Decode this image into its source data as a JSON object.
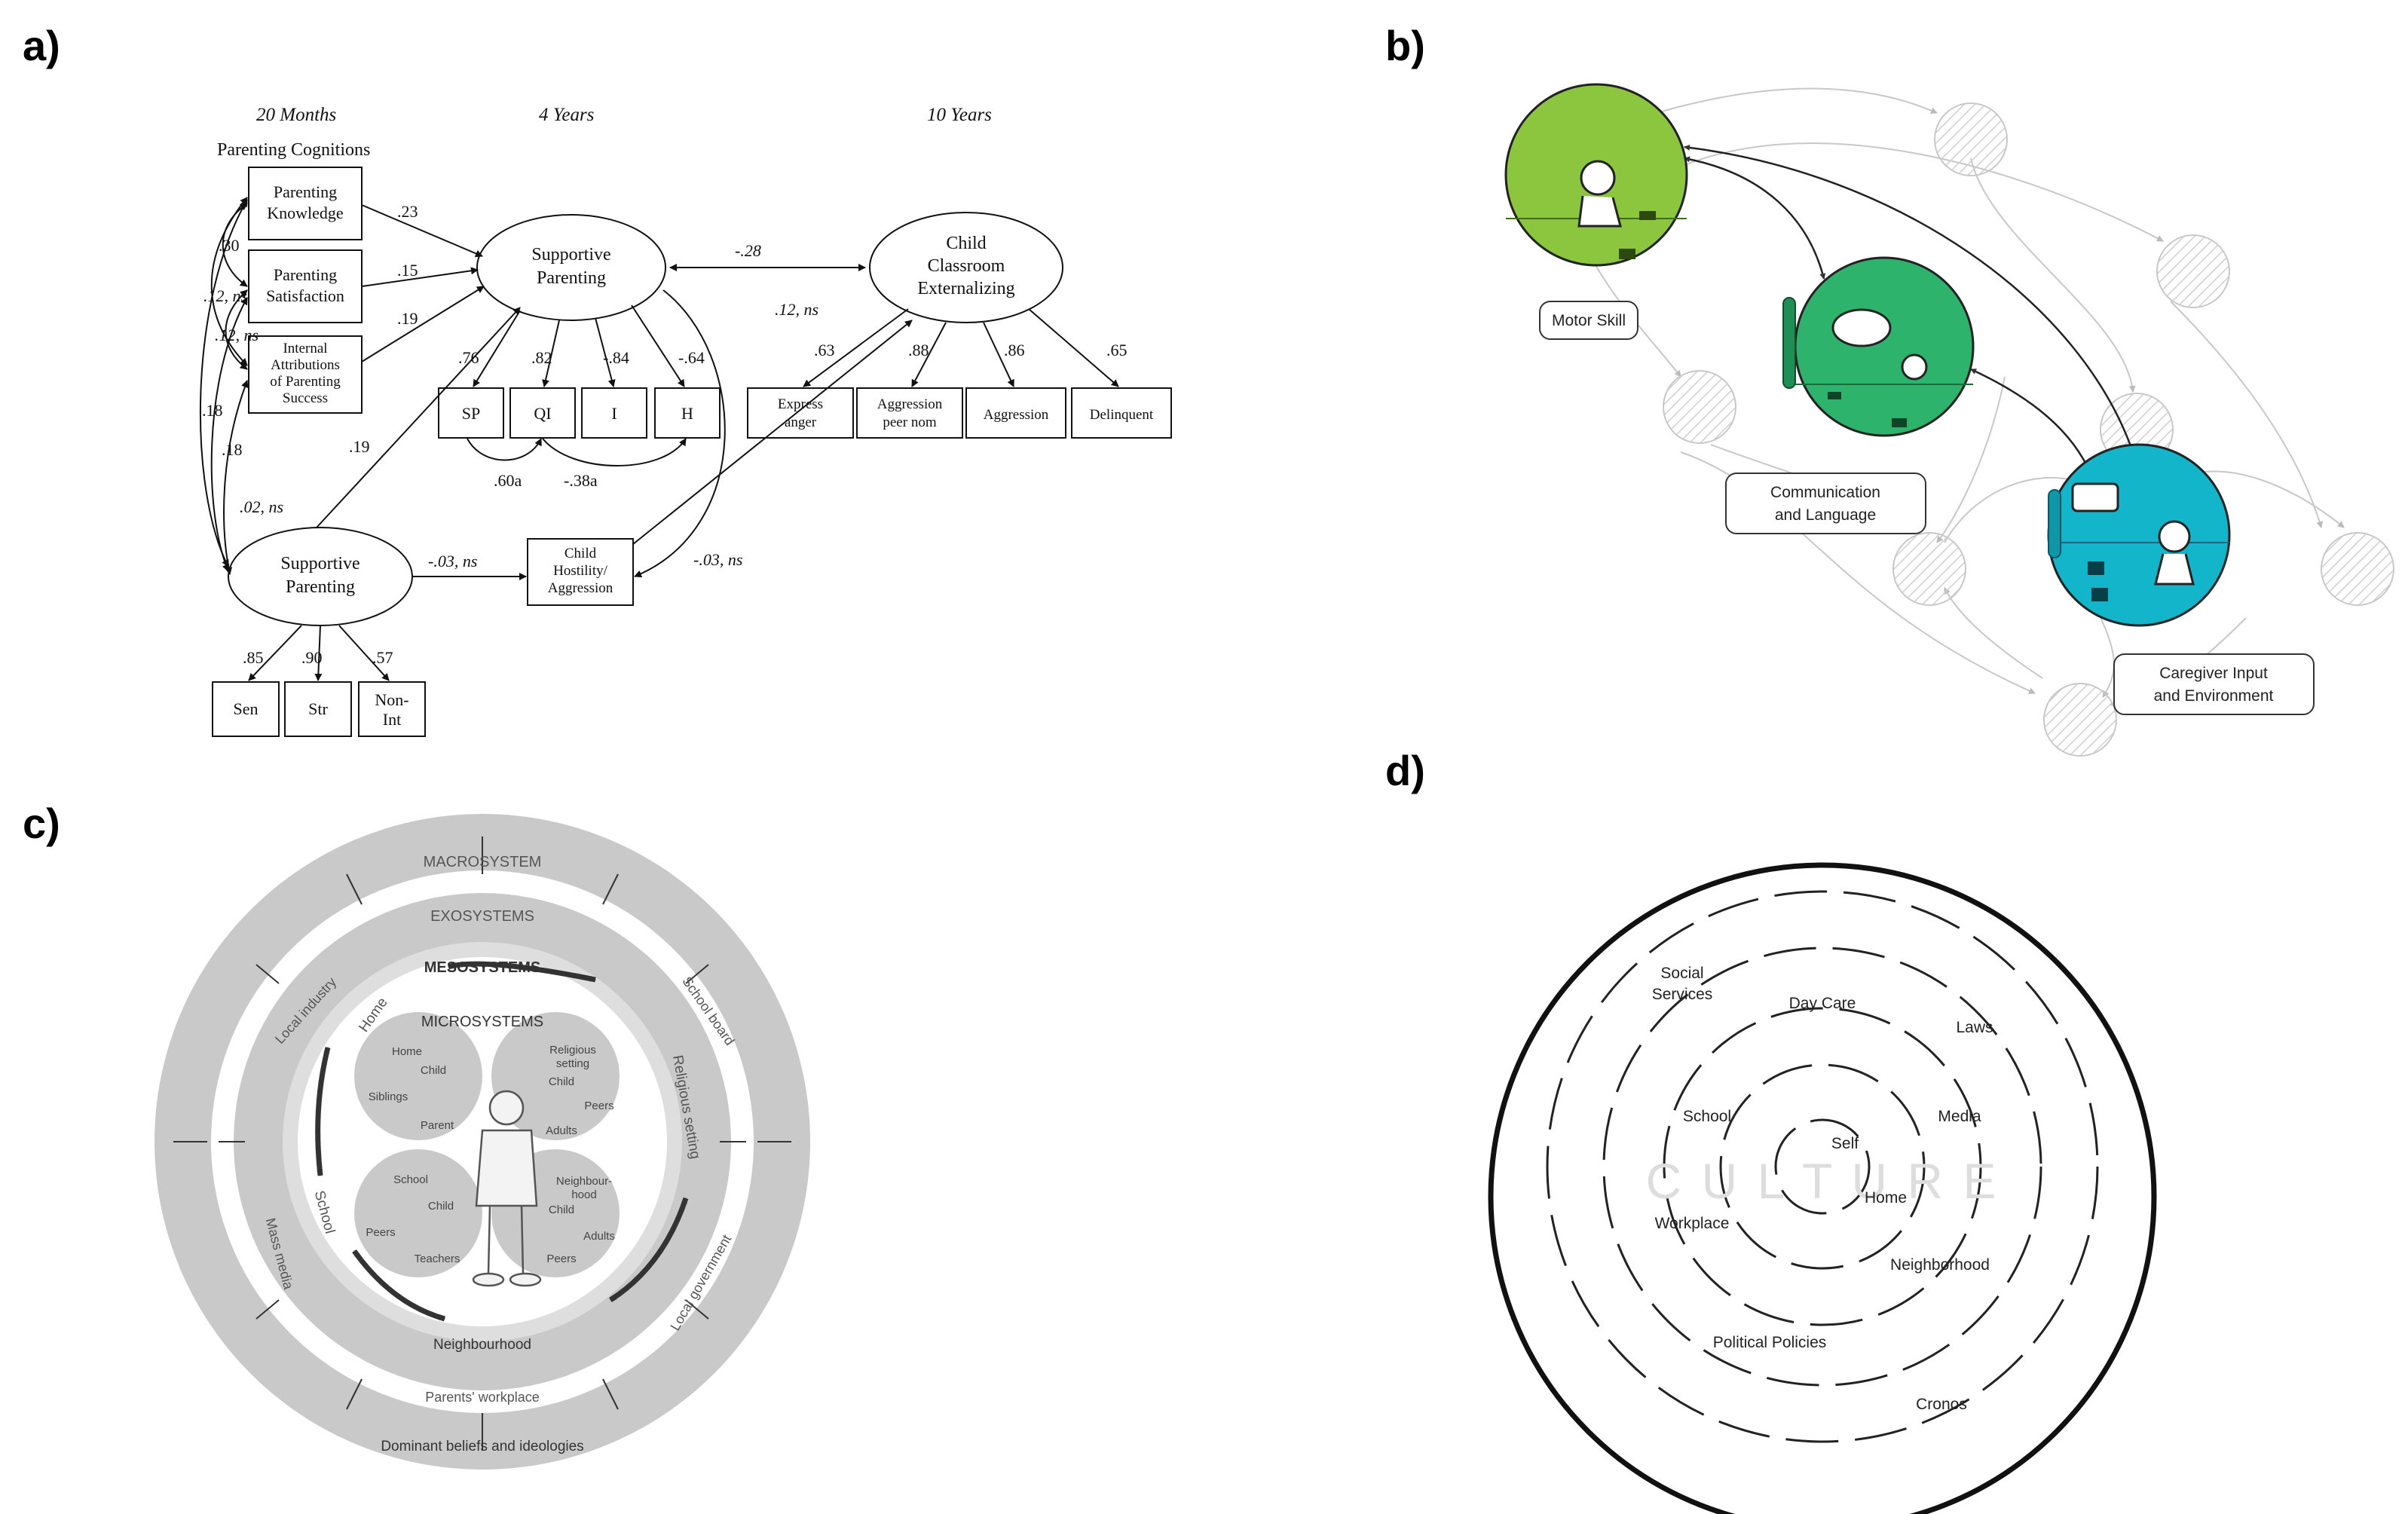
{
  "panels": {
    "a": "a)",
    "b": "b)",
    "c": "c)",
    "d": "d)"
  },
  "panel_a": {
    "time_labels": [
      "20 Months",
      "4 Years",
      "10 Years"
    ],
    "group_label": "Parenting Cognitions",
    "boxes": {
      "knowledge": [
        "Parenting",
        "Knowledge"
      ],
      "satisfaction": [
        "Parenting",
        "Satisfaction"
      ],
      "attributions": [
        "Internal",
        "Attributions",
        "of Parenting",
        "Success"
      ],
      "sp": "SP",
      "qi": "QI",
      "i": "I",
      "h": "H",
      "express": [
        "Express",
        "anger"
      ],
      "aggr_peer": [
        "Aggression",
        "peer nom"
      ],
      "aggression": "Aggression",
      "delinquent": "Delinquent",
      "hostility": [
        "Child",
        "Hostility/",
        "Aggression"
      ],
      "sen": "Sen",
      "str": "Str",
      "nonint": [
        "Non-",
        "Int"
      ]
    },
    "ellipses": {
      "supportive4": [
        "Supportive",
        "Parenting"
      ],
      "child_ext": [
        "Child",
        "Classroom",
        "Externalizing"
      ],
      "supportive20": [
        "Supportive",
        "Parenting"
      ]
    },
    "coefficients": {
      "k_to_sp": ".23",
      "s_to_sp": ".15",
      "a_to_sp": ".19",
      "sp20_to_sp4": ".19",
      "sp4_ext": "-.28",
      "sp": ".76",
      "qi": ".82",
      "i": "-.84",
      "h": "-.64",
      "ext_hostility": ".12, ns",
      "express": ".63",
      "aggr_peer": ".88",
      "aggression": ".86",
      "delinquent": ".65",
      "corr_sp_qi": ".60a",
      "corr_qi_h": "-.38a",
      "sp20_hostility": "-.03, ns",
      "sp4_hostility": "-.03, ns",
      "k_s": ".30",
      "s_a": ".12, ns",
      "a_s": ".12, ns",
      "k_sp": ".18",
      "s_sp": ".18",
      "a_sp": ".02, ns",
      "sen": ".85",
      "str": ".90",
      "nonint": ".57"
    }
  },
  "panel_b": {
    "labels": {
      "motor": "Motor Skill",
      "communication": [
        "Communication",
        "and Language"
      ],
      "caregiver": [
        "Caregiver Input",
        "and Environment"
      ]
    },
    "colors": {
      "motor": "#8cc63f",
      "communication": "#2db36b",
      "caregiver": "#12b5c9"
    }
  },
  "panel_c": {
    "rings": {
      "macro": "MACROSYSTEM",
      "exo": "EXOSYSTEMS",
      "meso": "MESOSYSTEMS",
      "micro": "MICROSYSTEMS"
    },
    "exo_items": [
      "Local industry",
      "School board",
      "Mass media",
      "Local government",
      "Parents' workplace"
    ],
    "meso_items": [
      "Home",
      "Religious setting",
      "School",
      "Neighbourhood"
    ],
    "macro_items": [
      "Dominant beliefs and ideologies"
    ],
    "micro": {
      "home": [
        "Home",
        "Child",
        "Siblings",
        "Parent"
      ],
      "religious": [
        "Religious",
        "setting",
        "Child",
        "Peers",
        "Adults"
      ],
      "school": [
        "School",
        "Child",
        "Peers",
        "Teachers"
      ],
      "neigh": [
        "Neighbour-",
        "hood",
        "Child",
        "Adults",
        "Peers"
      ]
    }
  },
  "panel_d": {
    "labels": [
      "Social",
      "Services",
      "Day Care",
      "Laws",
      "School",
      "Media",
      "Self",
      "Home",
      "Workplace",
      "Neighborhood",
      "Political Policies",
      "Cronos"
    ],
    "watermark": "C U L T U R E"
  }
}
